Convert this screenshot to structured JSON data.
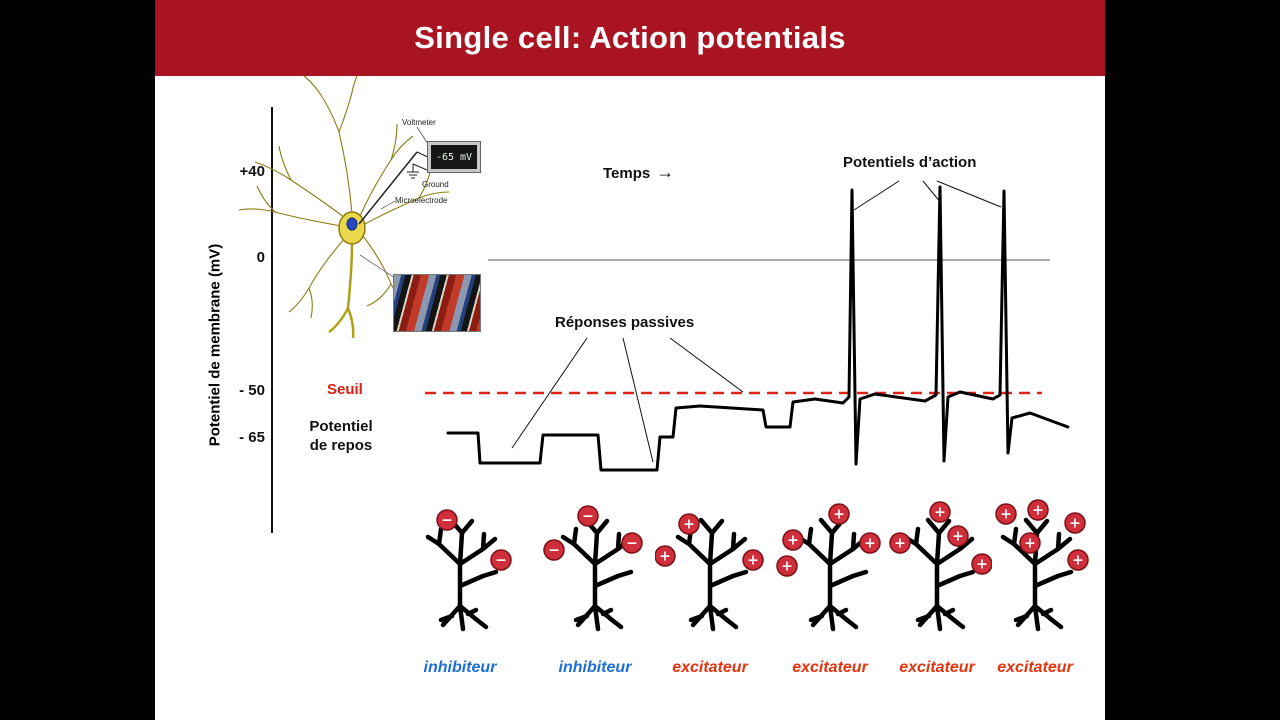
{
  "header": {
    "title": "Single cell: Action potentials"
  },
  "yaxis": {
    "label": "Potentiel de membrane (mV)",
    "ticks": [
      {
        "label": "+40"
      },
      {
        "label": "0"
      },
      {
        "label": "- 50"
      },
      {
        "label": "- 65"
      }
    ]
  },
  "annotations": {
    "temps": "Temps",
    "temps_arrow": "→",
    "potentiels_action": "Potentiels d’action",
    "reponses_passives": "Réponses passives",
    "seuil": "Seuil",
    "repos_line1": "Potentiel",
    "repos_line2": "de repos"
  },
  "neuron_inset": {
    "voltmeter_label": "Voltmeter",
    "ground_label": "Ground",
    "microelectrode_label": "Microelectrode",
    "voltmeter_reading": "-65 mV"
  },
  "glyphs": {
    "minus": "−",
    "plus": "+"
  },
  "synapses": [
    {
      "label": "inhibiteur",
      "type": "inhibitory",
      "sign": "−",
      "charge_count": 2
    },
    {
      "label": "inhibiteur",
      "type": "inhibitory",
      "sign": "−",
      "charge_count": 3
    },
    {
      "label": "excitateur",
      "type": "excitatory",
      "sign": "+",
      "charge_count": 3
    },
    {
      "label": "excitateur",
      "type": "excitatory",
      "sign": "+",
      "charge_count": 4
    },
    {
      "label": "excitateur",
      "type": "excitatory",
      "sign": "+",
      "charge_count": 4
    },
    {
      "label": "excitateur",
      "type": "excitatory",
      "sign": "+",
      "charge_count": 5
    }
  ],
  "colors": {
    "header_bg": "#a81421",
    "threshold_red": "#e02318",
    "seuil_red": "#d92015",
    "inhibitory_blue": "#1d6fd6",
    "excitatory_red": "#e5330e",
    "charge_red": "#cf2f3a"
  }
}
